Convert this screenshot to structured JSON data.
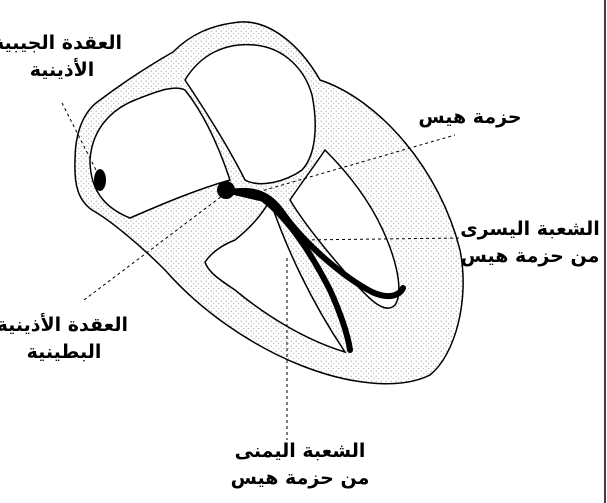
{
  "labels": {
    "sa_node": {
      "line1": "العقدة الجيبية",
      "line2": "الأذينية"
    },
    "av_node": {
      "line1": "العقدة الأذينية",
      "line2": "البطينية"
    },
    "bundle_his": {
      "line1": "حزمة هيس"
    },
    "left_branch": {
      "line1": "الشعبة اليسرى",
      "line2": "من حزمة هيس"
    },
    "right_branch": {
      "line1": "الشعبة اليمنى",
      "line2": "من حزمة هيس"
    }
  },
  "colors": {
    "ink": "#000000",
    "paper": "#ffffff",
    "stipple": "#8a8a8a"
  }
}
